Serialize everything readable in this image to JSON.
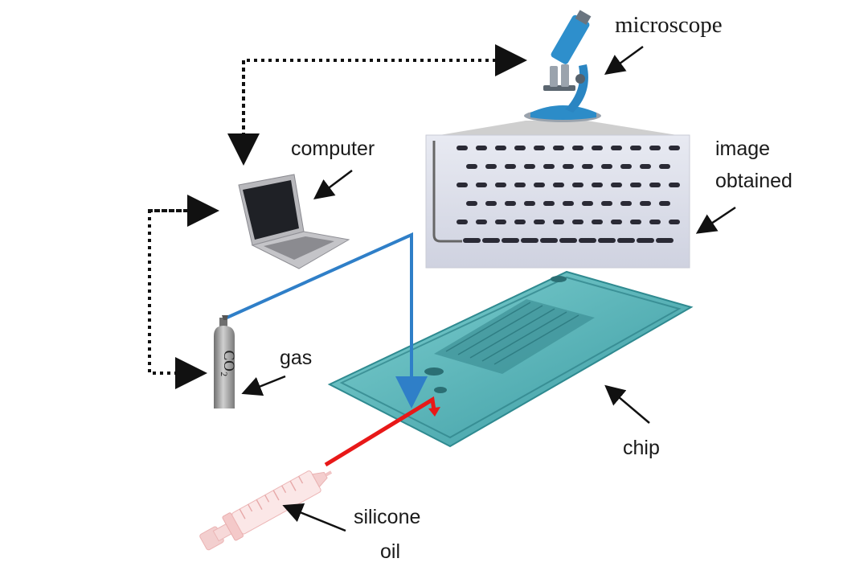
{
  "labels": {
    "microscope": "microscope",
    "computer": "computer",
    "image_line1": "image",
    "image_line2": "obtained",
    "gas": "gas",
    "chip": "chip",
    "oil_line1": "silicone",
    "oil_line2": "oil",
    "cylinder_mark": "CO₂"
  },
  "icons": {
    "microscope": "microscope-icon",
    "computer": "laptop-icon",
    "gas": "gas-cylinder-icon",
    "chip": "microfluidic-chip-icon",
    "syringe": "syringe-icon",
    "image": "micrograph-image"
  },
  "colors": {
    "gas_line": "#2f7fc8",
    "oil_line": "#e81818",
    "chip": "#4fb3b8",
    "signal_line": "#111111"
  }
}
